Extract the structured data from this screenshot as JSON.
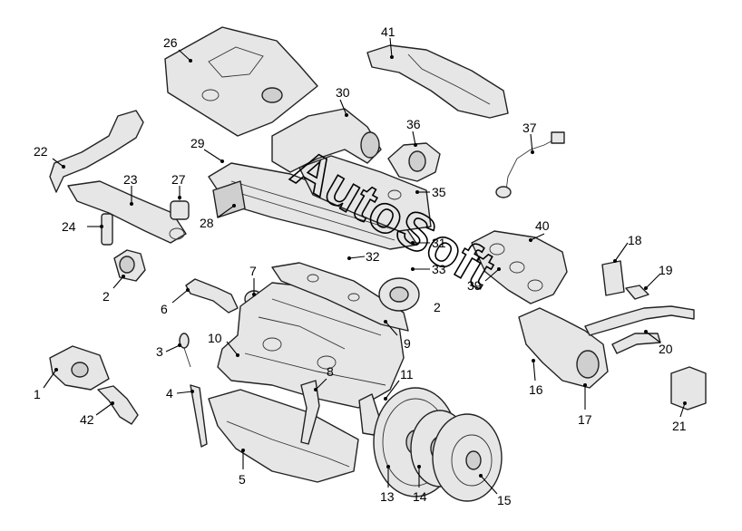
{
  "watermark": "AutoSoft",
  "callouts": [
    {
      "id": "c1",
      "label": "1"
    },
    {
      "id": "c2a",
      "label": "2"
    },
    {
      "id": "c2b",
      "label": "2"
    },
    {
      "id": "c3",
      "label": "3"
    },
    {
      "id": "c4",
      "label": "4"
    },
    {
      "id": "c5",
      "label": "5"
    },
    {
      "id": "c6",
      "label": "6"
    },
    {
      "id": "c7",
      "label": "7"
    },
    {
      "id": "c8",
      "label": "8"
    },
    {
      "id": "c9",
      "label": "9"
    },
    {
      "id": "c10",
      "label": "10"
    },
    {
      "id": "c11",
      "label": "11"
    },
    {
      "id": "c13",
      "label": "13"
    },
    {
      "id": "c14",
      "label": "14"
    },
    {
      "id": "c15",
      "label": "15"
    },
    {
      "id": "c16",
      "label": "16"
    },
    {
      "id": "c17",
      "label": "17"
    },
    {
      "id": "c18",
      "label": "18"
    },
    {
      "id": "c19",
      "label": "19"
    },
    {
      "id": "c20",
      "label": "20"
    },
    {
      "id": "c21",
      "label": "21"
    },
    {
      "id": "c22",
      "label": "22"
    },
    {
      "id": "c23",
      "label": "23"
    },
    {
      "id": "c24",
      "label": "24"
    },
    {
      "id": "c26",
      "label": "26"
    },
    {
      "id": "c27",
      "label": "27"
    },
    {
      "id": "c28",
      "label": "28"
    },
    {
      "id": "c29",
      "label": "29"
    },
    {
      "id": "c30",
      "label": "30"
    },
    {
      "id": "c31",
      "label": "31"
    },
    {
      "id": "c32",
      "label": "32"
    },
    {
      "id": "c33",
      "label": "33"
    },
    {
      "id": "c35",
      "label": "35"
    },
    {
      "id": "c36",
      "label": "36"
    },
    {
      "id": "c37",
      "label": "37"
    },
    {
      "id": "c39",
      "label": "39"
    },
    {
      "id": "c40",
      "label": "40"
    },
    {
      "id": "c41",
      "label": "41"
    },
    {
      "id": "c42",
      "label": "42"
    }
  ]
}
